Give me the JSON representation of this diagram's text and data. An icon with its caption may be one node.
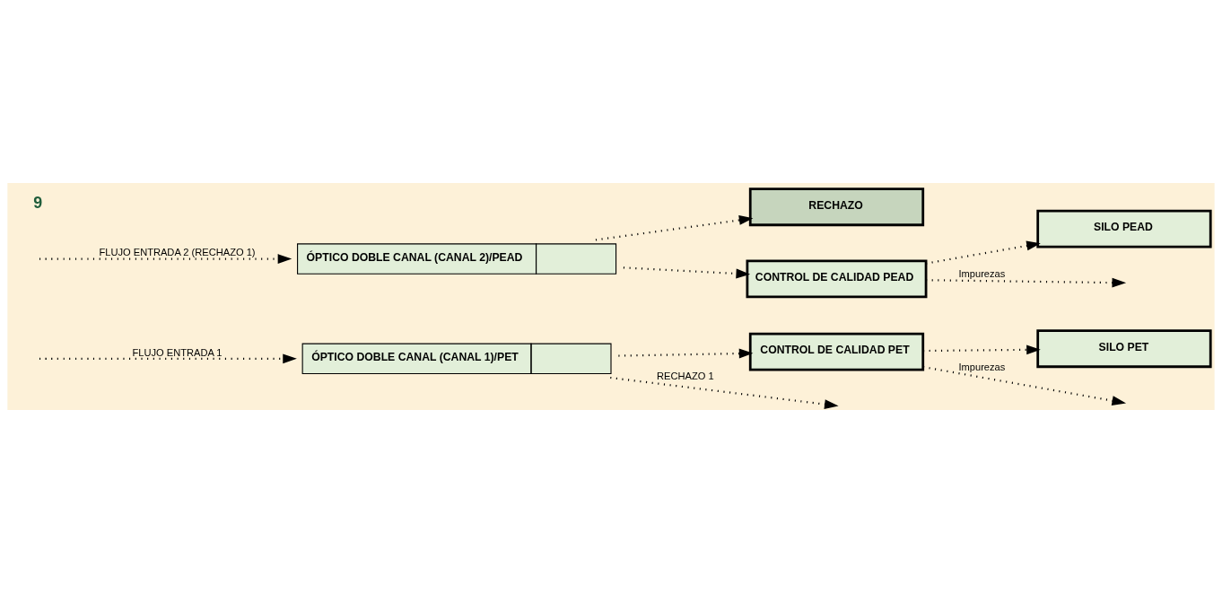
{
  "diagram": {
    "nodes": [
      {
        "text": [
          "SILO PET"
        ]
      },
      {
        "text": [
          "CONTROL DE CALIDAD PET"
        ]
      },
      {
        "text": [
          "ÓPTICO DOBLE CANAL (CANAL 1)/PET"
        ]
      },
      {
        "text": [
          "ÓPTICO DOBLE CANAL (CANAL 2)/PEAD"
        ]
      },
      {
        "text": [
          "RECHAZO"
        ]
      },
      {
        "text": [
          "CONTROL DE CALIDAD PEAD"
        ]
      },
      {
        "text": [
          "SILO PEAD"
        ]
      }
    ],
    "edges": [
      {
        "from": null,
        "to": 2,
        "arrow": "to",
        "label": "FLUJO ENTRADA 1"
      },
      {
        "from": 2,
        "to": 1,
        "arrow": "to"
      },
      {
        "from": 1,
        "to": 0,
        "arrow": "to"
      },
      {
        "from": 1,
        "to": null,
        "arrow": "to",
        "label": "Impurezas"
      },
      {
        "from": 2,
        "to": null,
        "arrow": "to",
        "label": "RECHAZO 1"
      },
      {
        "from": null,
        "to": 3,
        "arrow": "to",
        "label": "FLUJO ENTRADA 2 (RECHAZO 1)"
      },
      {
        "from": 3,
        "to": 4,
        "arrow": "to"
      },
      {
        "from": 3,
        "to": 5,
        "arrow": "to"
      },
      {
        "from": 5,
        "to": null,
        "arrow": "to",
        "label": "Impurezas"
      },
      {
        "from": 5,
        "to": 6,
        "arrow": "to"
      }
    ],
    "labels": [
      "9"
    ]
  }
}
